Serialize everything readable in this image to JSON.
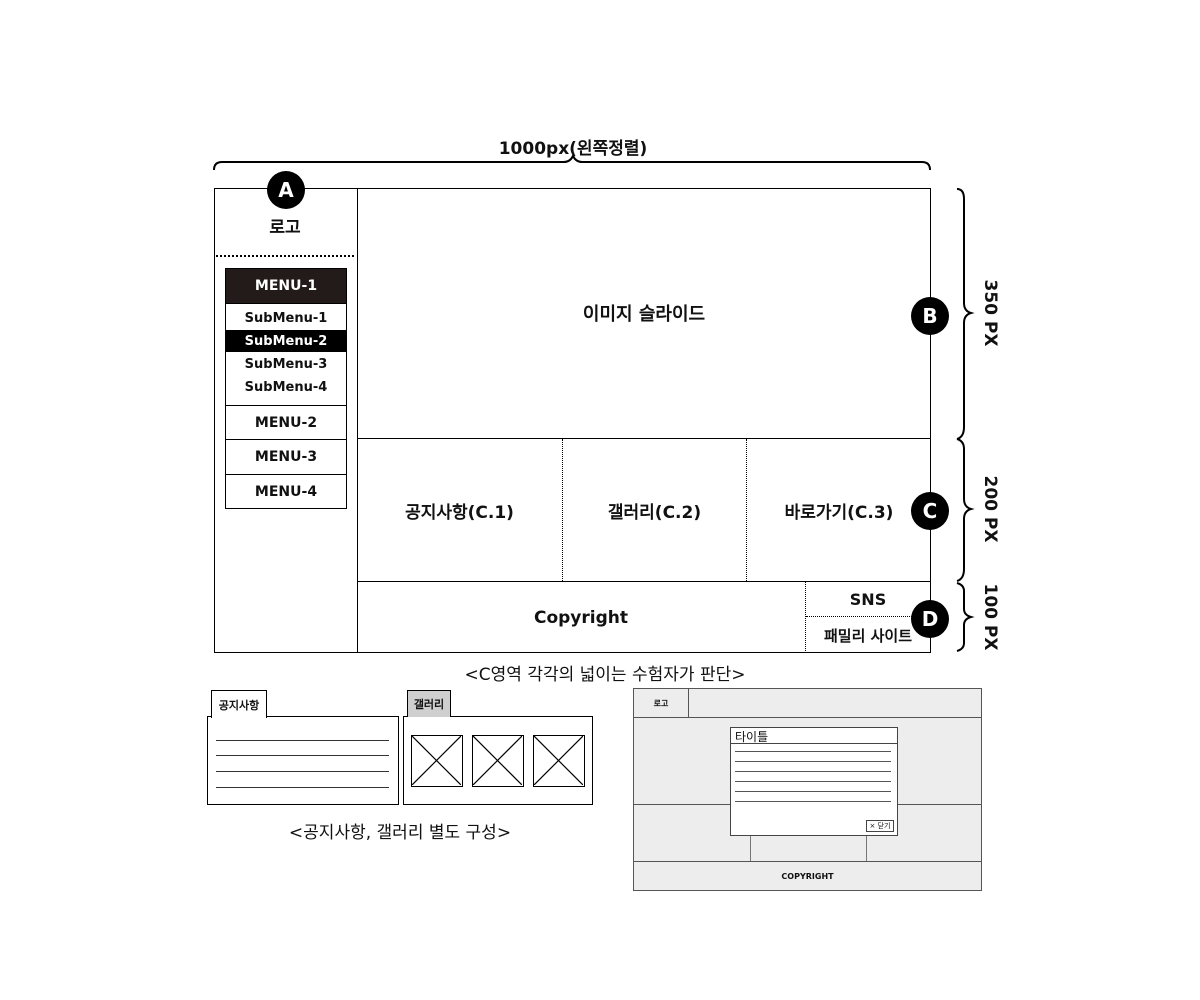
{
  "top_label": "1000px(왼쪽정렬)",
  "right_labels": {
    "b": "350 PX",
    "c": "200 PX",
    "d": "100 PX"
  },
  "markers": {
    "a": "A",
    "b": "B",
    "c": "C",
    "d": "D"
  },
  "logo": "로고",
  "menu": {
    "menu1": "MENU-1",
    "submenus": [
      "SubMenu-1",
      "SubMenu-2",
      "SubMenu-3",
      "SubMenu-4"
    ],
    "menu2": "MENU-2",
    "menu3": "MENU-3",
    "menu4": "MENU-4"
  },
  "slider": "이미지 슬라이드",
  "c_sections": [
    "공지사항(C.1)",
    "갤러리(C.2)",
    "바로가기(C.3)"
  ],
  "footer": {
    "copyright": "Copyright",
    "sns": "SNS",
    "family": "패밀리 사이트"
  },
  "c_note": "<C영역 각각의 넓이는 수험자가 판단>",
  "tabs": {
    "notice": "공지사항",
    "gallery": "갤러리"
  },
  "tabs_caption": "<공지사항, 갤러리 별도 구성>",
  "preview": {
    "logo": "로고",
    "modal_title": "타이틀",
    "close": "× 닫기",
    "copyright": "COPYRIGHT"
  }
}
